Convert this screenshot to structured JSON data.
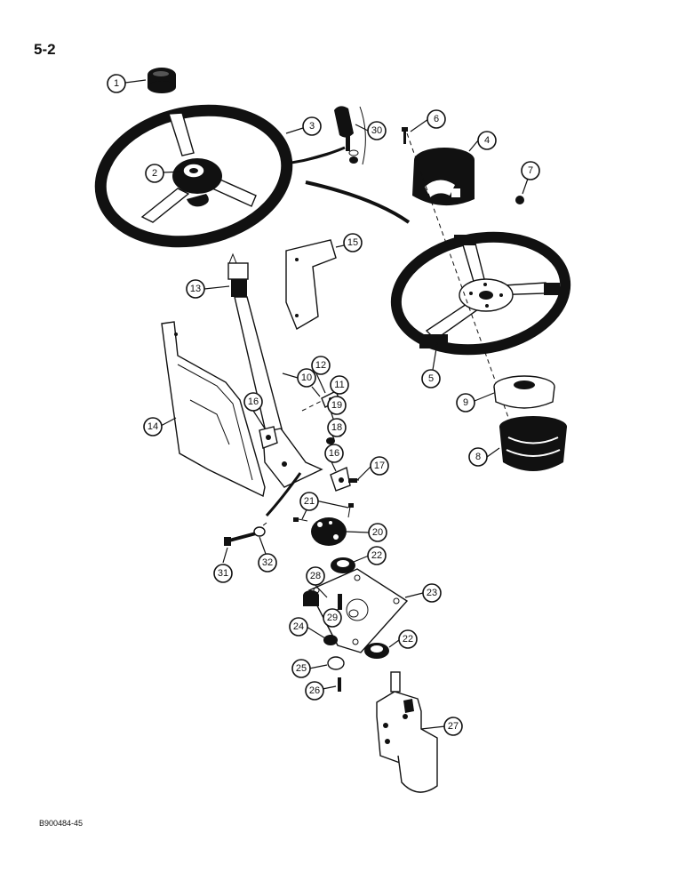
{
  "page_number": "5-2",
  "figure_code": "B900484-45",
  "callouts": {
    "c1": "1",
    "c2": "2",
    "c3": "3",
    "c4": "4",
    "c5": "5",
    "c6": "6",
    "c7": "7",
    "c8": "8",
    "c9": "9",
    "c10": "10",
    "c11": "11",
    "c12": "12",
    "c13": "13",
    "c14": "14",
    "c15": "15",
    "c16a": "16",
    "c16b": "16",
    "c17": "17",
    "c18": "18",
    "c19": "19",
    "c20": "20",
    "c21": "21",
    "c22a": "22",
    "c22b": "22",
    "c23": "23",
    "c24": "24",
    "c25": "25",
    "c26": "26",
    "c27": "27",
    "c28": "28",
    "c29": "29",
    "c30": "30",
    "c31": "31",
    "c32": "32"
  }
}
